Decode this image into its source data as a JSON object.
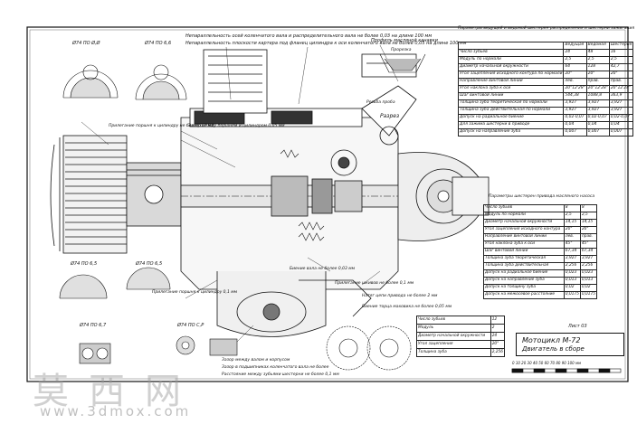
{
  "header_notes": {
    "note1": "Непараллельность осей коленчатого вала и распределительного вала не более 0,03 на длине 100 мм",
    "note2": "Непараллельность плоскости картера под фланец цилиндра к оси коленчатого вала не более 0,05 на длине 100 мм",
    "groove": "Профиль масляной канавки",
    "groove_sub": "Прорезка",
    "thread_note": "Резьба проба"
  },
  "callouts": {
    "c1": "Прилегание поршня к цилиндру не более 0,1 мм",
    "c2": "Зазор между поршнем и цилиндром 0,05 мм",
    "c3": "Прилегание поршня к цилиндру 0,1 мм",
    "c4": "Биение вала не более 0,03 мм",
    "c5": "Прилегание шкивов не более 0,1 мм",
    "c6": "Натяг цепи привода не более 2 мм",
    "c7": "Биение торца маховика не более 0,05 мм",
    "c8": "Зазор между валом и корпусом",
    "c9": "Зазор в подшипниках коленчатого вала не более",
    "c10": "Расстояние между зубьями шестерни не более 0,1 мм"
  },
  "detail_labels": [
    "Ø74 ПО Ø,Ø",
    "Ø74 ПО 6,6",
    "Ø74 ПО 6,5",
    "Ø74 ПО 6,5",
    "Ø74 ПО 6,7",
    "Ø74 ПО С,Р"
  ],
  "section_mark": "Разрез",
  "table1": {
    "heading": "Параметры ведущей и ведомой шестерен распределения и шестерни зажигания",
    "col_headers": [
      "",
      "Ведущая",
      "Ведомая",
      "Шестерня"
    ],
    "rows": [
      [
        "Число зубьев",
        "24",
        "48",
        "16"
      ],
      [
        "Модуль по нормали",
        "2,5",
        "2,5",
        "2,5"
      ],
      [
        "Диаметр начальной окружности",
        "64",
        "128",
        "42,7"
      ],
      [
        "Угол зацепления исходного контура по нормали",
        "20°",
        "20°",
        "20°"
      ],
      [
        "Направление винтовой линии",
        "лев.",
        "прав.",
        "прав."
      ],
      [
        "Угол наклона зуба к оси",
        "20°12'28\"",
        "20°12'28\"",
        "20°12'28\""
      ],
      [
        "Шаг винтовой линии",
        "544,38",
        "1088,8",
        "363,9"
      ],
      [
        "Толщина зуба теоретическая по нормали",
        "3,927",
        "3,927",
        "3,927"
      ],
      [
        "Толщина зуба действительная по нормали",
        "3,927",
        "3,927",
        "3,927"
      ],
      [
        "Допуск на радиальное биение",
        "0,02-0,07",
        "0,02-0,07",
        "0,02-0,07"
      ],
      [
        "Для зажима шестерни в приводе",
        "0,04",
        "0,04",
        "0,04"
      ],
      [
        "Допуск на направление зуба",
        "0,007",
        "0,007",
        "0,007"
      ]
    ]
  },
  "table2": {
    "heading": "Параметры шестерен привода масляного насоса",
    "rows": [
      [
        "Число зубьев",
        "8",
        "8"
      ],
      [
        "Модуль по нормали",
        "2,5",
        "2,5"
      ],
      [
        "Диаметр начальной окружности",
        "14,15",
        "14,15"
      ],
      [
        "Угол зацепления исходного контура",
        "20°",
        "20°"
      ],
      [
        "Направление винтовой линии",
        "лев.",
        "прав."
      ],
      [
        "Угол наклона зуба к оси",
        "45°",
        "45°"
      ],
      [
        "Шаг винтовой линии",
        "67,34",
        "67,34"
      ],
      [
        "Толщина зуба теоретическая",
        "3,927",
        "3,927"
      ],
      [
        "Толщина зуба действительная",
        "2,256",
        "2,256"
      ],
      [
        "Допуск на радиальное биение",
        "0,023",
        "0,023"
      ],
      [
        "Допуск на направление зуба",
        "0,013",
        "0,013"
      ],
      [
        "Допуск на толщину зуба",
        "0,02",
        "0,02"
      ],
      [
        "Допуск на межосевое расстояние",
        "0,0175",
        "0,0175"
      ]
    ]
  },
  "table3": {
    "rows": [
      [
        "Число зубьев",
        "12"
      ],
      [
        "Модуль",
        "2"
      ],
      [
        "Диаметр начальной окружности",
        "24"
      ],
      [
        "Угол зацепления",
        "20°"
      ],
      [
        "Толщина зуба",
        "2,256"
      ]
    ]
  },
  "title_block": {
    "sheet": "Лист 03",
    "name": "Мотоцикл М-72",
    "subtitle": "Двигатель в сборе"
  },
  "scale_label": "0 10 20 30 40 50 60 70 80 90 100 мм",
  "watermark": {
    "chinese": "莫西网",
    "url": "www.3dmox.com"
  }
}
